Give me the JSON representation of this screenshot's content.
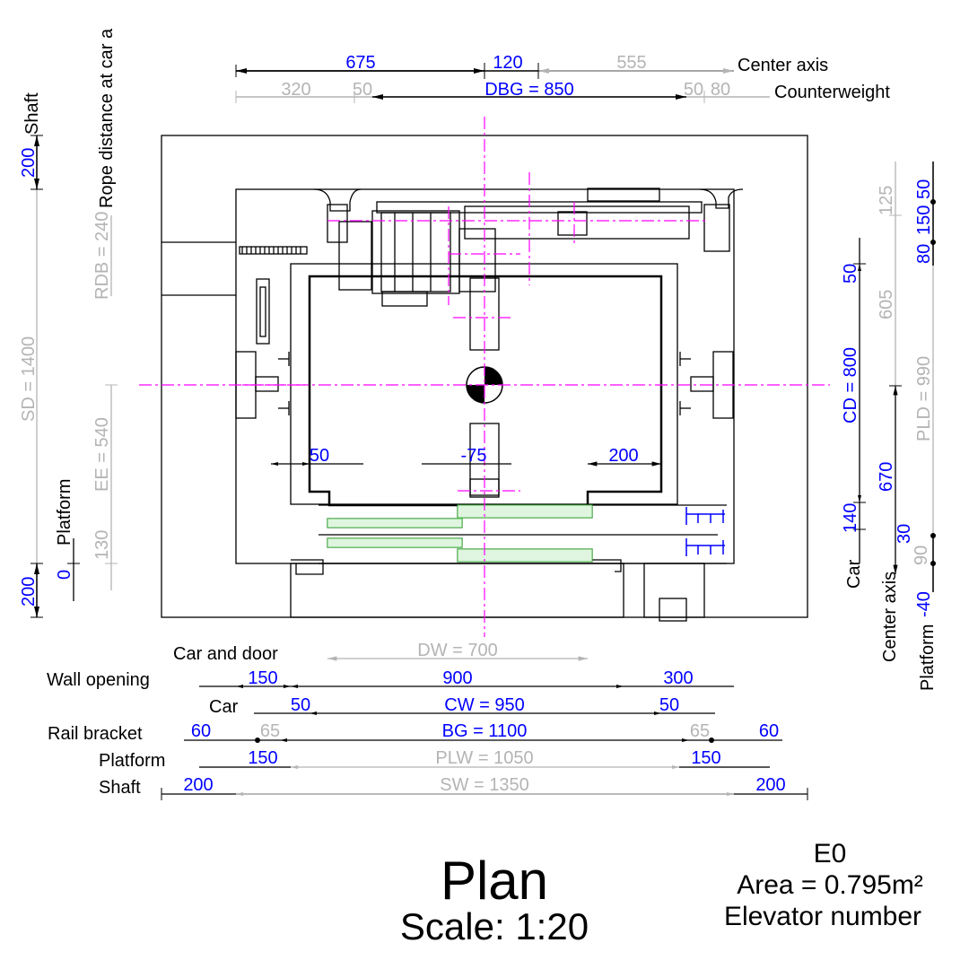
{
  "colors": {
    "black": "#000000",
    "blue": "#0000ff",
    "gray": "#b4b4b4",
    "magenta": "#ff00ff",
    "green": "#4bbe4b"
  },
  "top": {
    "center_axis_label": "Center axis",
    "counterweight_label": "Counterweight",
    "row1": {
      "a": "675",
      "b": "120",
      "c": "555"
    },
    "row2": {
      "a": "320",
      "b": "50",
      "dbg": "DBG = 850",
      "d": "50",
      "e": "80"
    }
  },
  "left": {
    "shaft_label": "Shaft",
    "rope_label": "Rope distance at car a",
    "shaft_top": "200",
    "rdb": "RDB = 240",
    "sd": "SD = 1400",
    "ee": "EE = 540",
    "platform_label": "Platform",
    "v130": "130",
    "v0": "0",
    "shaft_bottom": "200"
  },
  "right": {
    "v50": "50",
    "cd": "CD = 800",
    "v670": "670",
    "v140": "140",
    "car_label": "Car",
    "g125": "125",
    "g605": "605",
    "g90": "90",
    "center_axis_label": "Center axis",
    "v50b": "50",
    "v150": "150",
    "v80": "80",
    "pld": "PLD = 990",
    "v30": "30",
    "vm40": "-40",
    "platform_label": "Platform"
  },
  "plan_dims": {
    "d50": "50",
    "dm75": "-75",
    "d200": "200"
  },
  "bottom": {
    "car_and_door_label": "Car and door",
    "dw": "DW = 700",
    "wall_opening_label": "Wall opening",
    "wo": [
      "150",
      "900",
      "300"
    ],
    "car_label": "Car",
    "car": [
      "50",
      "CW = 950",
      "50"
    ],
    "rail_label": "Rail bracket",
    "rail": [
      "60",
      "65",
      "BG = 1100",
      "65",
      "60"
    ],
    "platform_label": "Platform",
    "plat": [
      "150",
      "PLW = 1050",
      "150"
    ],
    "shaft_label": "Shaft",
    "shaft": [
      "200",
      "SW = 1350",
      "200"
    ]
  },
  "title": {
    "main": "Plan",
    "scale": "Scale: 1:20"
  },
  "info": {
    "code": "E0",
    "area": "Area = 0.795m²",
    "number": "Elevator number"
  }
}
